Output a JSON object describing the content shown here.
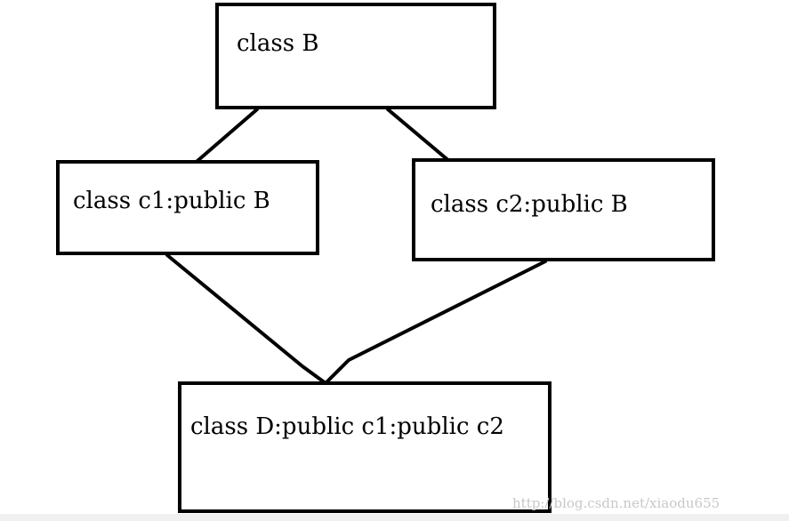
{
  "diagram": {
    "nodes": [
      {
        "id": "B",
        "label": "class B"
      },
      {
        "id": "c1",
        "label": "class c1:public B"
      },
      {
        "id": "c2",
        "label": "class c2:public B"
      },
      {
        "id": "D",
        "label": "class D:public c1:public c2"
      }
    ],
    "edges": [
      {
        "from": "B",
        "to": "c1"
      },
      {
        "from": "B",
        "to": "c2"
      },
      {
        "from": "c1",
        "to": "D"
      },
      {
        "from": "c2",
        "to": "D"
      }
    ]
  },
  "watermark": "http://blog.csdn.net/xiaodu655"
}
